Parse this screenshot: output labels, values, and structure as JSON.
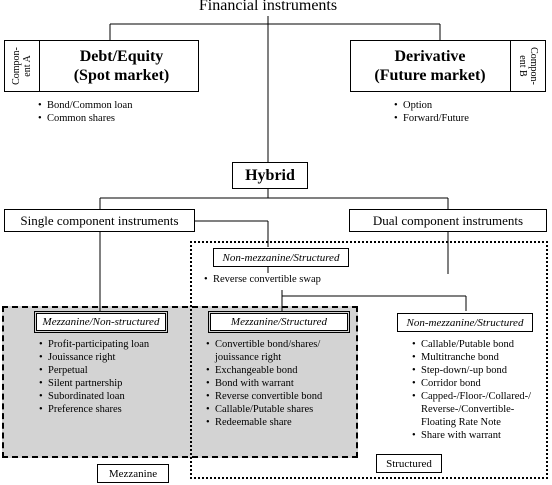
{
  "title": "Financial instruments",
  "debt_equity": {
    "component_label": "Compon-\nent A",
    "title_line1": "Debt/Equity",
    "title_line2": "(Spot market)",
    "items": [
      "Bond/Common loan",
      "Common shares"
    ]
  },
  "derivative": {
    "component_label": "Compon-\nent B",
    "title_line1": "Derivative",
    "title_line2": "(Future market)",
    "items": [
      "Option",
      "Forward/Future"
    ]
  },
  "hybrid": "Hybrid",
  "single_component": "Single component instruments",
  "dual_component": "Dual component instruments",
  "nonmezz_top": {
    "label": "Non-mezzanine/Structured",
    "items": [
      "Reverse convertible swap"
    ]
  },
  "mezz_nonstructured": {
    "label": "Mezzanine/Non-structured",
    "items": [
      "Profit-participating loan",
      "Jouissance right",
      "Perpetual",
      "Silent partnership",
      "Subordinated loan",
      "Preference shares"
    ]
  },
  "mezz_structured": {
    "label": "Mezzanine/Structured",
    "items": [
      "Convertible bond/shares/\njouissance right",
      "Exchangeable bond",
      "Bond with warrant",
      "Reverse convertible bond",
      "Callable/Putable shares",
      "Redeemable share"
    ]
  },
  "nonmezz_right": {
    "label": "Non-mezzanine/Structured",
    "items": [
      "Callable/Putable bond",
      "Multitranche bond",
      "Step-down/-up bond",
      "Corridor bond",
      "Capped-/Floor-/Collared-/\nReverse-/Convertible-\nFloating Rate Note",
      "Share with warrant"
    ]
  },
  "mezzanine_label": "Mezzanine",
  "structured_label": "Structured"
}
